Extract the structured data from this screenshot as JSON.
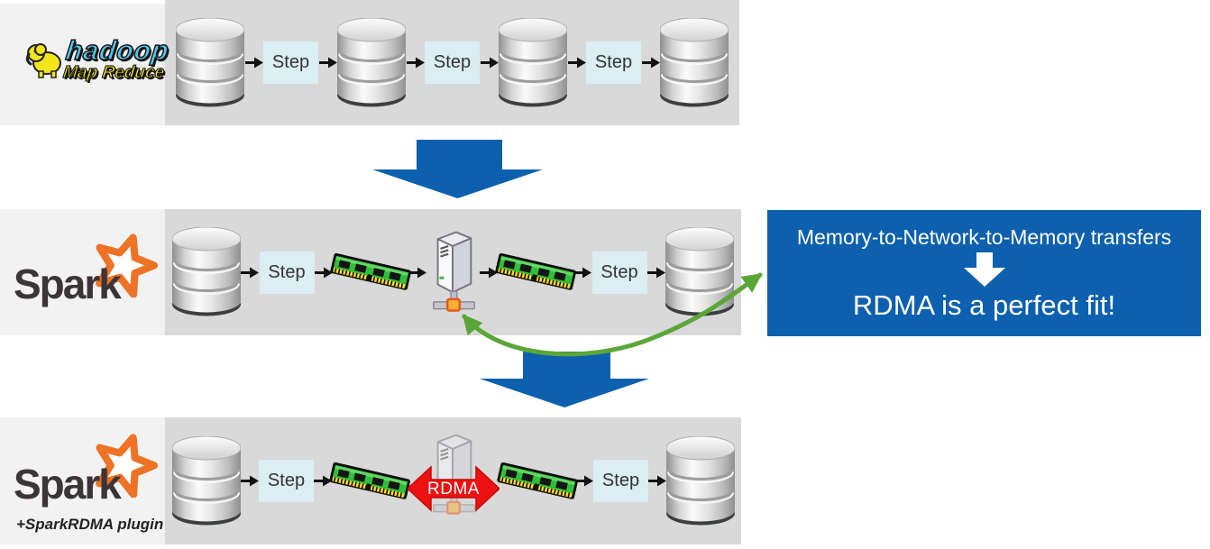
{
  "labels": {
    "step": "Step",
    "rdma": "RDMA"
  },
  "hadoop_logo": {
    "title": "hadoop",
    "subtitle": "Map Reduce"
  },
  "spark_logo": {
    "title": "Spark"
  },
  "spark_rdma_logo": {
    "title": "Spark",
    "subtitle": "+SparkRDMA plugin"
  },
  "callout": {
    "line1": "Memory-to-Network-to-Memory transfers",
    "line2": "RDMA is a perfect fit!"
  },
  "icons": {
    "database": "database-cylinder-icon",
    "ram": "memory-module-icon",
    "server": "server-tower-icon",
    "arrow": "right-arrow-icon",
    "big_arrow": "big-down-arrow-icon",
    "green_arrow": "green-curved-double-arrow",
    "rdma_arrow": "red-double-arrow"
  },
  "colors": {
    "panel_gray": "#d9d9d9",
    "logo_area_gray": "#f2f2f2",
    "accent_blue": "#0d60ae",
    "step_blue": "#daeef3",
    "green_arrow": "#5aa738",
    "rdma_red": "#ee1111",
    "ram_green": "#2fbf3a",
    "spark_orange": "#ee7326",
    "hadoop_blue": "#55c6ef",
    "hadoop_yellow": "#f3ea15",
    "white": "#ffffff"
  }
}
